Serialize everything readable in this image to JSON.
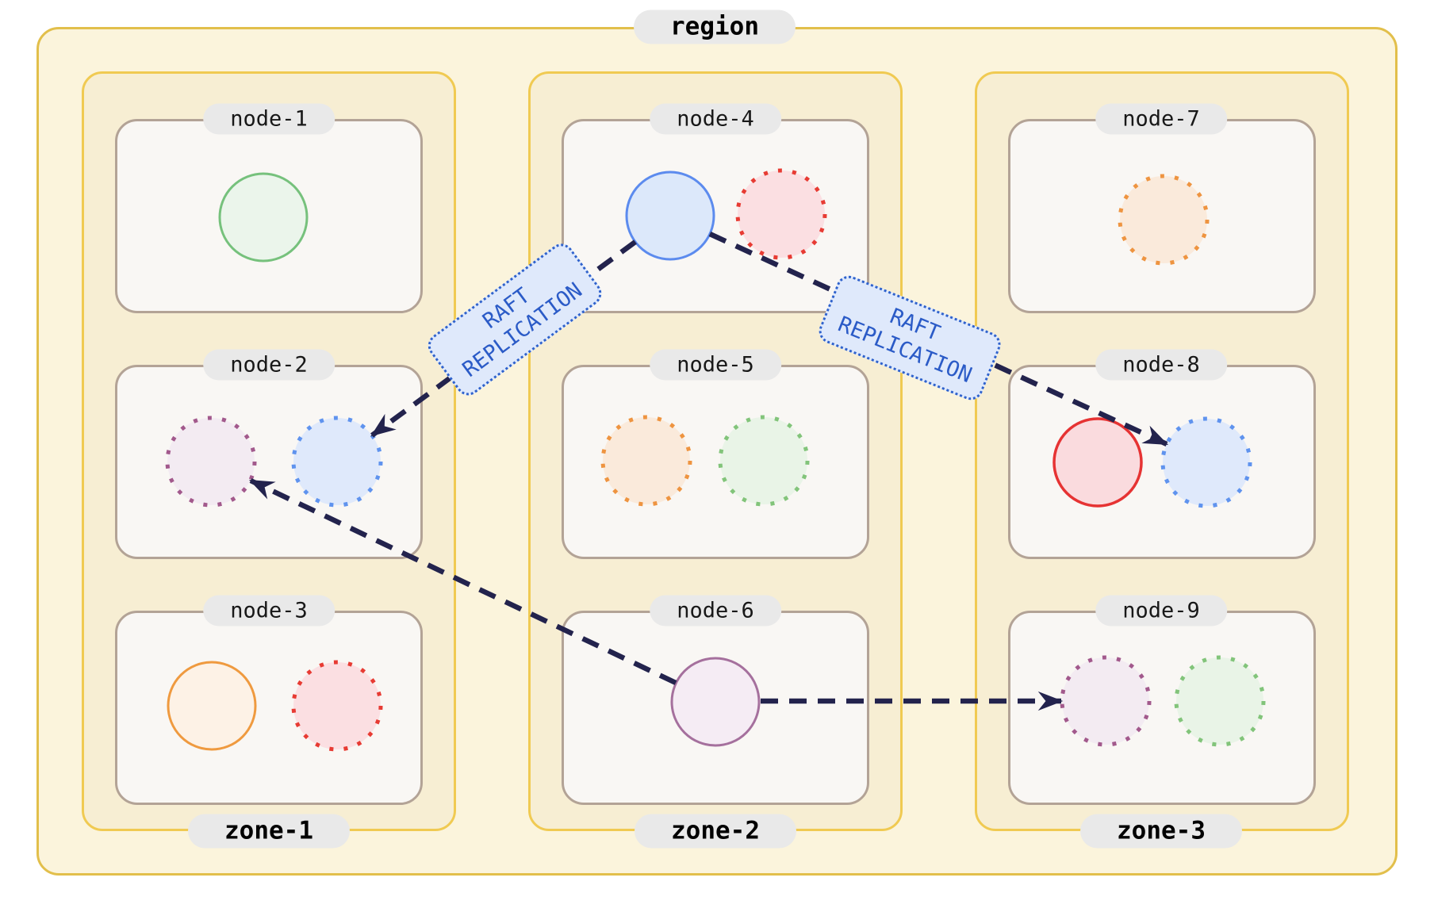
{
  "diagram": {
    "region": {
      "label": "region"
    },
    "zones": [
      {
        "label": "zone-1",
        "nodes": [
          {
            "label": "node-1",
            "replicas": [
              "green_solid"
            ]
          },
          {
            "label": "node-2",
            "replicas": [
              "purple_dotted",
              "blue_dotted"
            ]
          },
          {
            "label": "node-3",
            "replicas": [
              "orange_solid",
              "red_dotted"
            ]
          }
        ]
      },
      {
        "label": "zone-2",
        "nodes": [
          {
            "label": "node-4",
            "replicas": [
              "blue_solid",
              "red_dotted"
            ]
          },
          {
            "label": "node-5",
            "replicas": [
              "orange_dotted",
              "green_dotted"
            ]
          },
          {
            "label": "node-6",
            "replicas": [
              "purple_solid"
            ]
          }
        ]
      },
      {
        "label": "zone-3",
        "nodes": [
          {
            "label": "node-7",
            "replicas": [
              "orange_dotted"
            ]
          },
          {
            "label": "node-8",
            "replicas": [
              "red_solid",
              "blue_dotted"
            ]
          },
          {
            "label": "node-9",
            "replicas": [
              "purple_dotted",
              "green_dotted"
            ]
          }
        ]
      }
    ],
    "edges": [
      {
        "from": "node-4 blue replica",
        "to": "node-2 blue replica",
        "label": "RAFT REPLICATION"
      },
      {
        "from": "node-4 blue replica",
        "to": "node-8 blue replica",
        "label": "RAFT REPLICATION"
      },
      {
        "from": "node-6 purple replica",
        "to": "node-2 purple replica",
        "label": ""
      },
      {
        "from": "node-6 purple replica",
        "to": "node-9 purple replica",
        "label": ""
      }
    ]
  },
  "edge_label": {
    "line1": "RAFT",
    "line2": "REPLICATION"
  },
  "palette": {
    "green_solid": {
      "stroke": "#76c17c",
      "fill": "#ebf5eb"
    },
    "green_dotted": {
      "stroke": "#82c47a",
      "fill": "#e9f4e7"
    },
    "blue_solid": {
      "stroke": "#5c8bee",
      "fill": "#dce8fa"
    },
    "blue_dotted": {
      "stroke": "#5f93ee",
      "fill": "#dfe9fb"
    },
    "red_solid": {
      "stroke": "#e63333",
      "fill": "#fadbde"
    },
    "red_dotted": {
      "stroke": "#e73b33",
      "fill": "#fbdfe2"
    },
    "orange_solid": {
      "stroke": "#ef9a3f",
      "fill": "#fdf2e6"
    },
    "orange_dotted": {
      "stroke": "#ee9440",
      "fill": "#faeadb"
    },
    "purple_solid": {
      "stroke": "#a5709d",
      "fill": "#f5ecf4"
    },
    "purple_dotted": {
      "stroke": "#a2598c",
      "fill": "#f3ebf2"
    },
    "arrow": "#23234d",
    "region_border": "#e2bf4b",
    "region_fill": "#fbf4dc",
    "zone_border": "#f0ca52",
    "zone_fill": "#f7eed3",
    "node_border": "#b3a396",
    "node_fill": "#f9f7f4",
    "label_pill_fill": "#e9e9e9",
    "raft_label_fill": "#dfe9fb",
    "raft_label_border": "#2f62cc",
    "raft_label_text": "#2b5bc7"
  }
}
